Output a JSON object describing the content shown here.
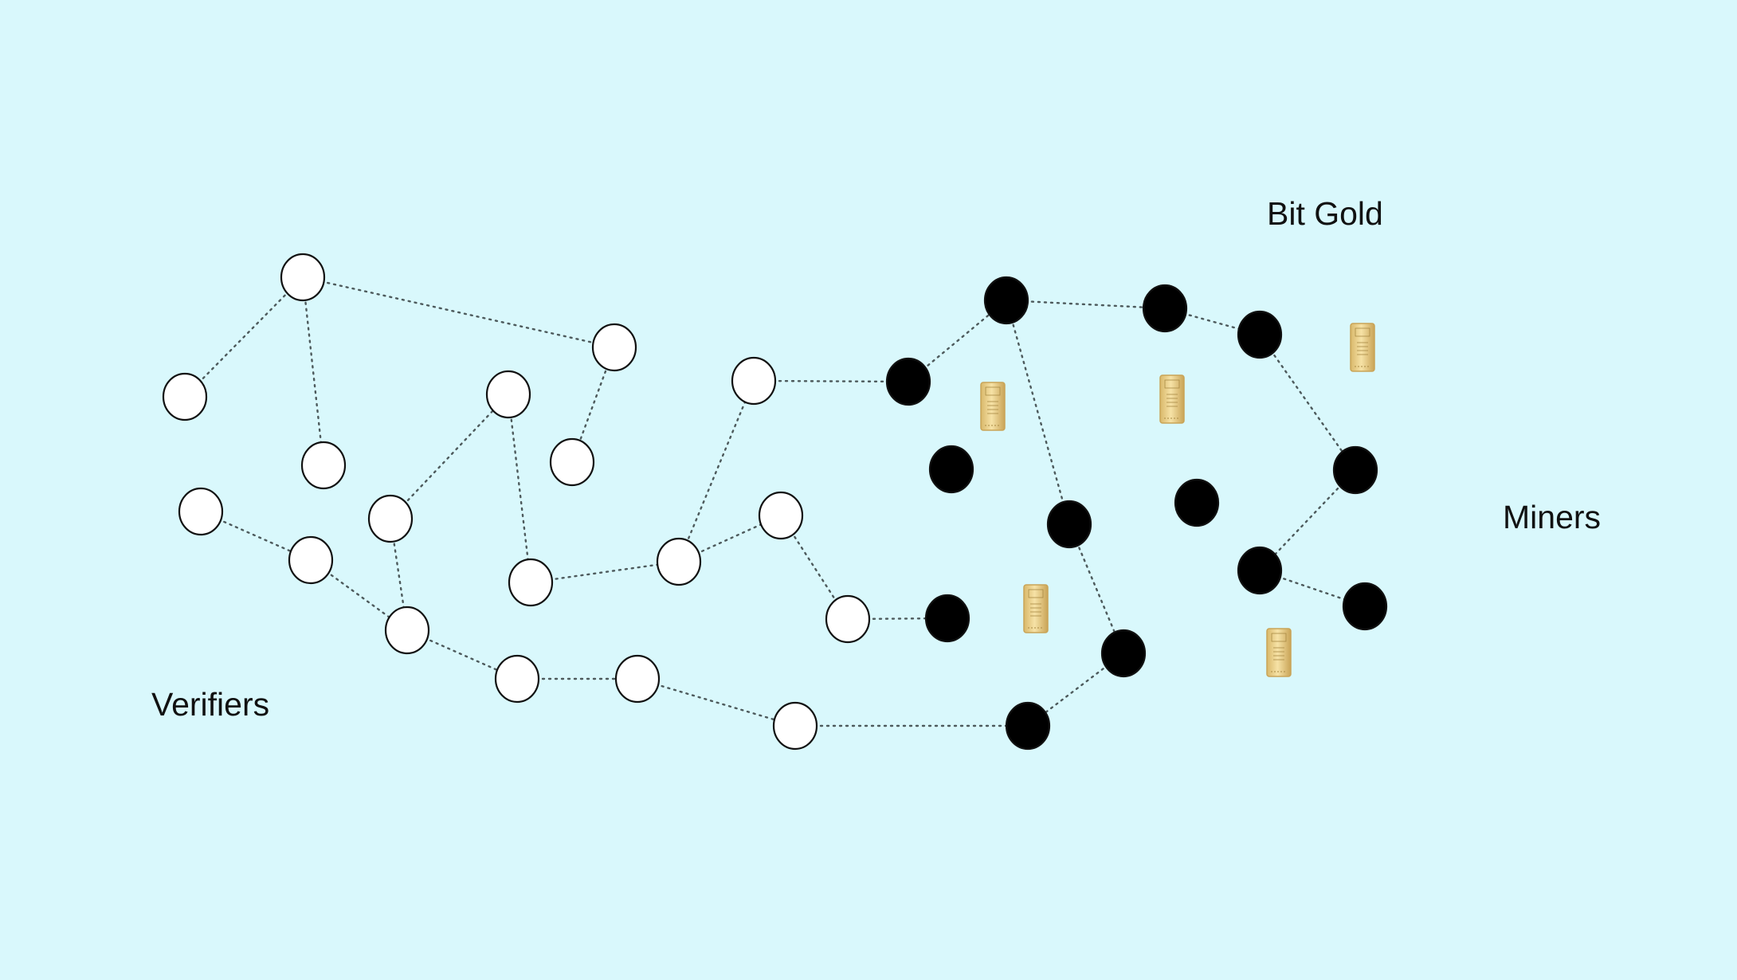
{
  "labels": {
    "bit_gold": "Bit Gold",
    "miners": "Miners",
    "verifiers": "Verifiers"
  },
  "colors": {
    "background": "#d9f8fc",
    "verifier_fill": "#ffffff",
    "miner_fill": "#000000",
    "edge": "#4d5a5c",
    "gold_light": "#f6e2a6",
    "gold_dark": "#c9a457"
  },
  "node_groups": {
    "verifier": "Verifiers",
    "miner": "Miners"
  },
  "bar_icon": "gold-bar-icon"
}
